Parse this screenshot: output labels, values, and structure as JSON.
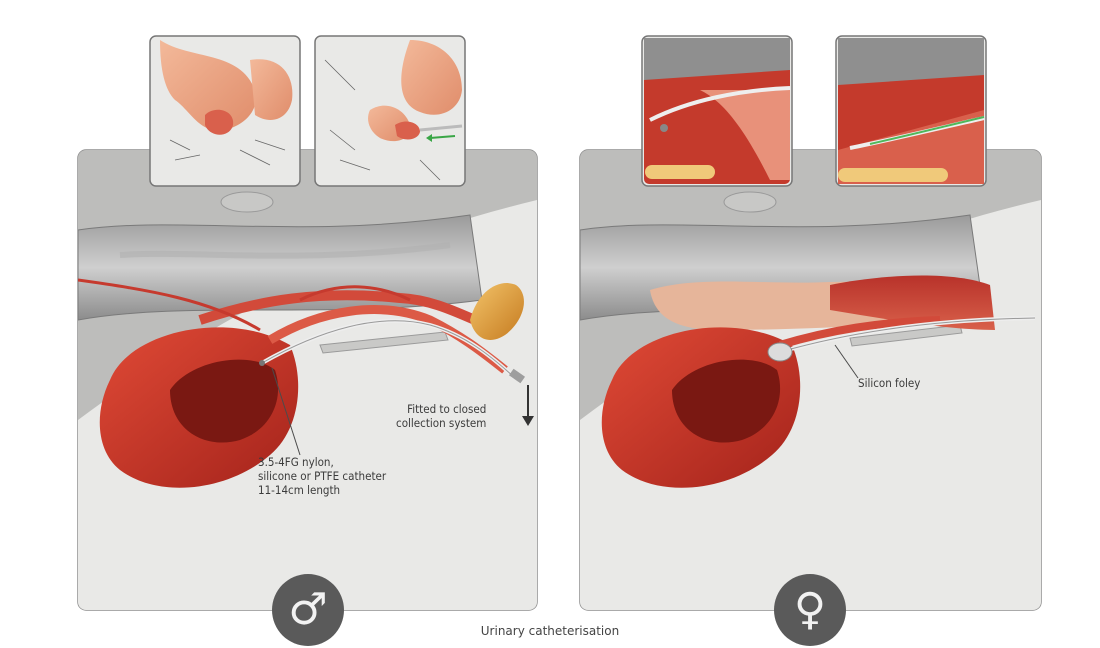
{
  "caption": "Urinary catheterisation",
  "male_panel": {
    "symbol": "♂",
    "label_catheter": "3.5-4FG nylon,\nsilicone or PTFE catheter\n11-14cm length",
    "label_collection": "Fitted to closed\ncollection system"
  },
  "female_panel": {
    "symbol": "♀",
    "label_foley": "Silicon foley"
  },
  "colors": {
    "panel_bg": "#d6d6d4",
    "panel_border": "#8a8a8a",
    "bladder": "#c9372b",
    "urethra": "#d9503e",
    "catheter": "#e8e8e8",
    "bulb": "#e8a640",
    "gender_badge": "#5a5a5a"
  },
  "icons": [
    "arrow-down-icon",
    "male-symbol-icon",
    "female-symbol-icon"
  ]
}
